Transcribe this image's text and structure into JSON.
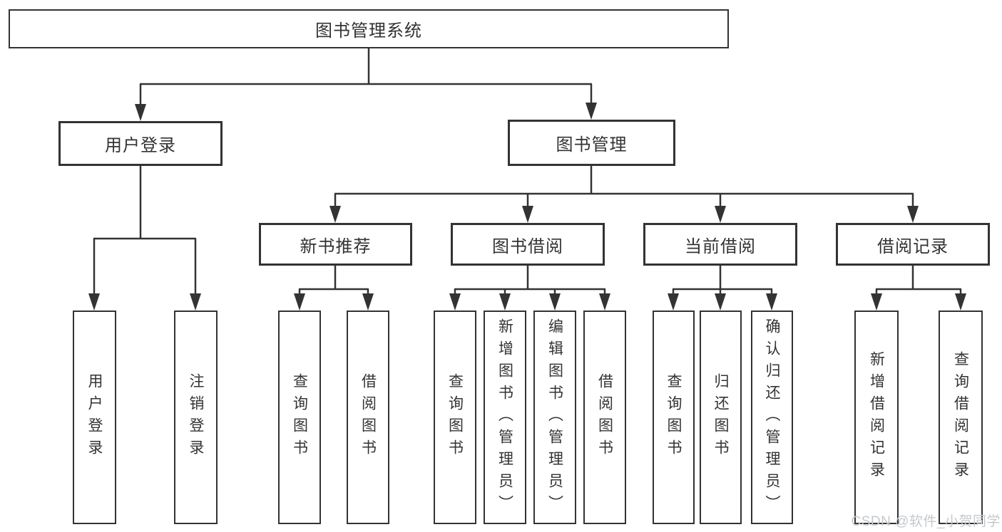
{
  "diagram_type": "hierarchy-structure-chart",
  "tree": {
    "label": "图书管理系统",
    "children": [
      {
        "label": "用户登录",
        "children": [
          {
            "label": "用户登录"
          },
          {
            "label": "注销登录"
          }
        ]
      },
      {
        "label": "图书管理",
        "children": [
          {
            "label": "新书推荐",
            "children": [
              {
                "label": "查询图书"
              },
              {
                "label": "借阅图书"
              }
            ]
          },
          {
            "label": "图书借阅",
            "children": [
              {
                "label": "查询图书"
              },
              {
                "label": "新增图书（管理员）"
              },
              {
                "label": "编辑图书（管理员）"
              },
              {
                "label": "借阅图书"
              }
            ]
          },
          {
            "label": "当前借阅",
            "children": [
              {
                "label": "查询图书"
              },
              {
                "label": "归还图书"
              },
              {
                "label": "确认归还（管理员）"
              }
            ]
          },
          {
            "label": "借阅记录",
            "children": [
              {
                "label": "新增借阅记录"
              },
              {
                "label": "查询借阅记录"
              }
            ]
          }
        ]
      }
    ]
  },
  "watermark": "CSDN @软件_小贺同学",
  "colors": {
    "line": "#333333",
    "box_border": "#333333",
    "box_fill": "#ffffff",
    "text": "#333333",
    "watermark": "#c5c8cb",
    "background": "#ffffff"
  }
}
